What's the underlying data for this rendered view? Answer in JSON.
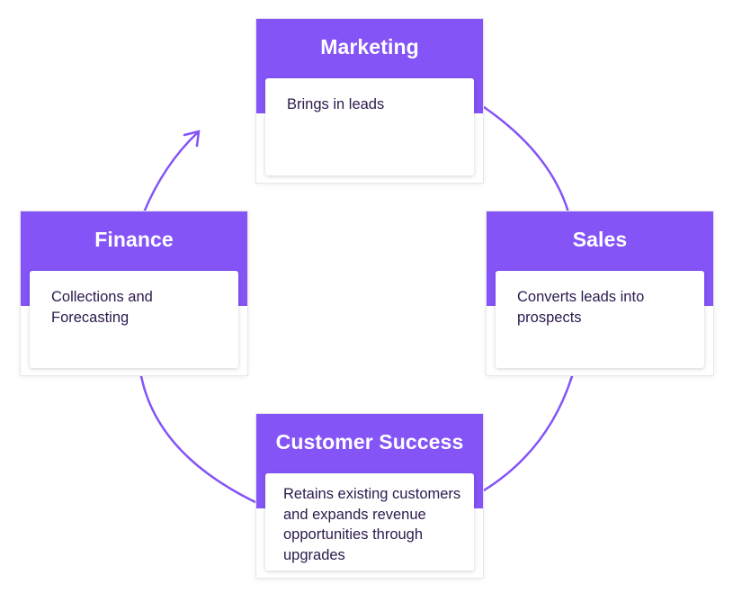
{
  "colors": {
    "accent": "#8454f7",
    "title_text": "#ffffff",
    "body_text": "#2c1a4d"
  },
  "cards": {
    "marketing": {
      "title": "Marketing",
      "description": "Brings in leads"
    },
    "sales": {
      "title": "Sales",
      "description": "Converts leads into prospects"
    },
    "customer_success": {
      "title": "Customer Success",
      "description": "Retains existing customers and expands revenue opportunities through upgrades"
    },
    "finance": {
      "title": "Finance",
      "description": "Collections and Forecasting"
    }
  },
  "connectors": [
    {
      "from": "marketing",
      "to": "sales"
    },
    {
      "from": "sales",
      "to": "customer_success"
    },
    {
      "from": "customer_success",
      "to": "finance"
    },
    {
      "from": "finance",
      "to": "marketing",
      "arrow": true
    }
  ]
}
